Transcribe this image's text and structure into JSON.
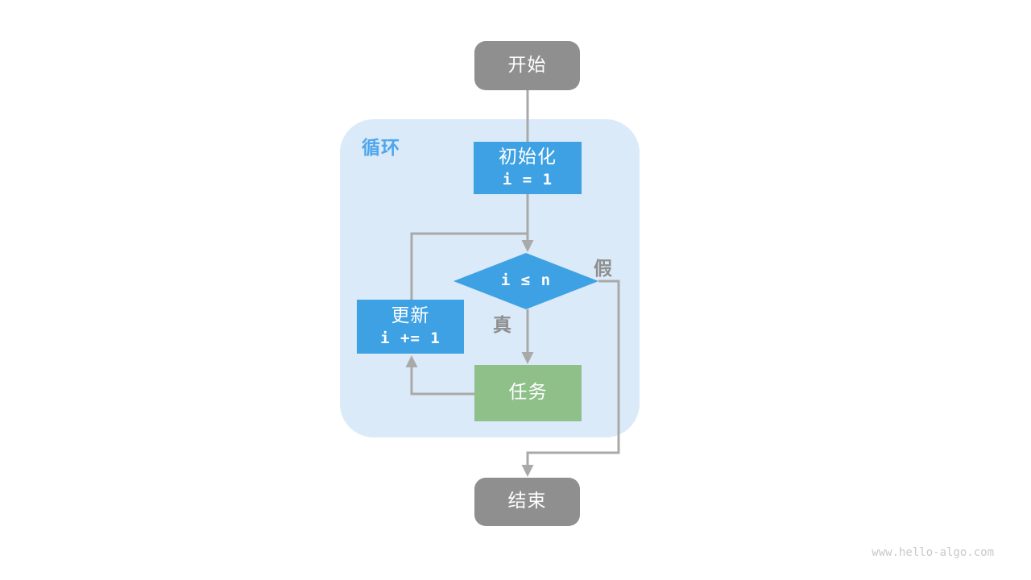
{
  "diagram": {
    "type": "flowchart",
    "loop_container_label": "循环",
    "nodes": {
      "start": {
        "label": "开始",
        "shape": "rounded",
        "fill": "#8f8f8f"
      },
      "init": {
        "line1": "初始化",
        "line2": "i = 1",
        "shape": "rect",
        "fill": "#3ea1e4"
      },
      "condition": {
        "label": "i ≤ n",
        "shape": "diamond",
        "fill": "#3ea1e4"
      },
      "update": {
        "line1": "更新",
        "line2": "i += 1",
        "shape": "rect",
        "fill": "#3ea1e4"
      },
      "task": {
        "label": "任务",
        "shape": "rect",
        "fill": "#8fc08a"
      },
      "end": {
        "label": "结束",
        "shape": "rounded",
        "fill": "#8f8f8f"
      }
    },
    "edges": {
      "true_label": "真",
      "false_label": "假",
      "flow": [
        "start -> init",
        "init -> condition",
        "condition -true-> task",
        "task -> update",
        "update -> condition",
        "condition -false-> end"
      ]
    },
    "colors": {
      "loop_container_bg": "#daeaf8",
      "loop_label_blue": "#4fa6ec",
      "node_blue": "#3ea1e4",
      "node_green": "#8fc08a",
      "node_gray": "#8f8f8f",
      "connector_gray": "#a9a9a9",
      "edge_label_gray": "#8e8e8e",
      "watermark_gray": "#c9c9c9"
    },
    "watermark": "www.hello-algo.com"
  }
}
